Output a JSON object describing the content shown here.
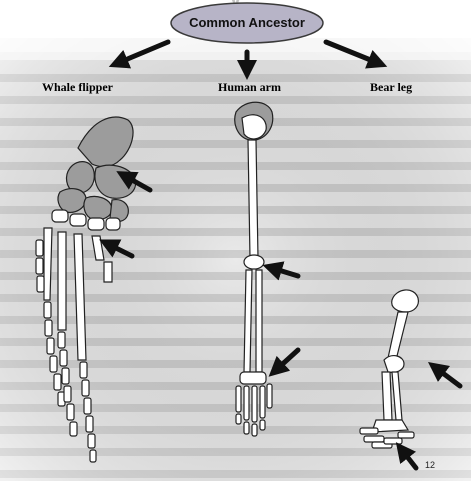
{
  "slide": {
    "ancestor_label": "Common Ancestor",
    "labels": {
      "whale": "Whale flipper",
      "human": "Human arm",
      "bear": "Bear leg"
    },
    "page_number": "12",
    "top_text_fragment": "y"
  },
  "colors": {
    "ancestor_fill": "#b7b4c7",
    "bone_shaded": "#9c9c9c",
    "bone_light": "#ffffff",
    "arrow": "#111111",
    "text_background": "#7a7a7a",
    "page_background": "#ffffff"
  },
  "icons": {
    "arrows": "right-pointing-black-arrow"
  }
}
